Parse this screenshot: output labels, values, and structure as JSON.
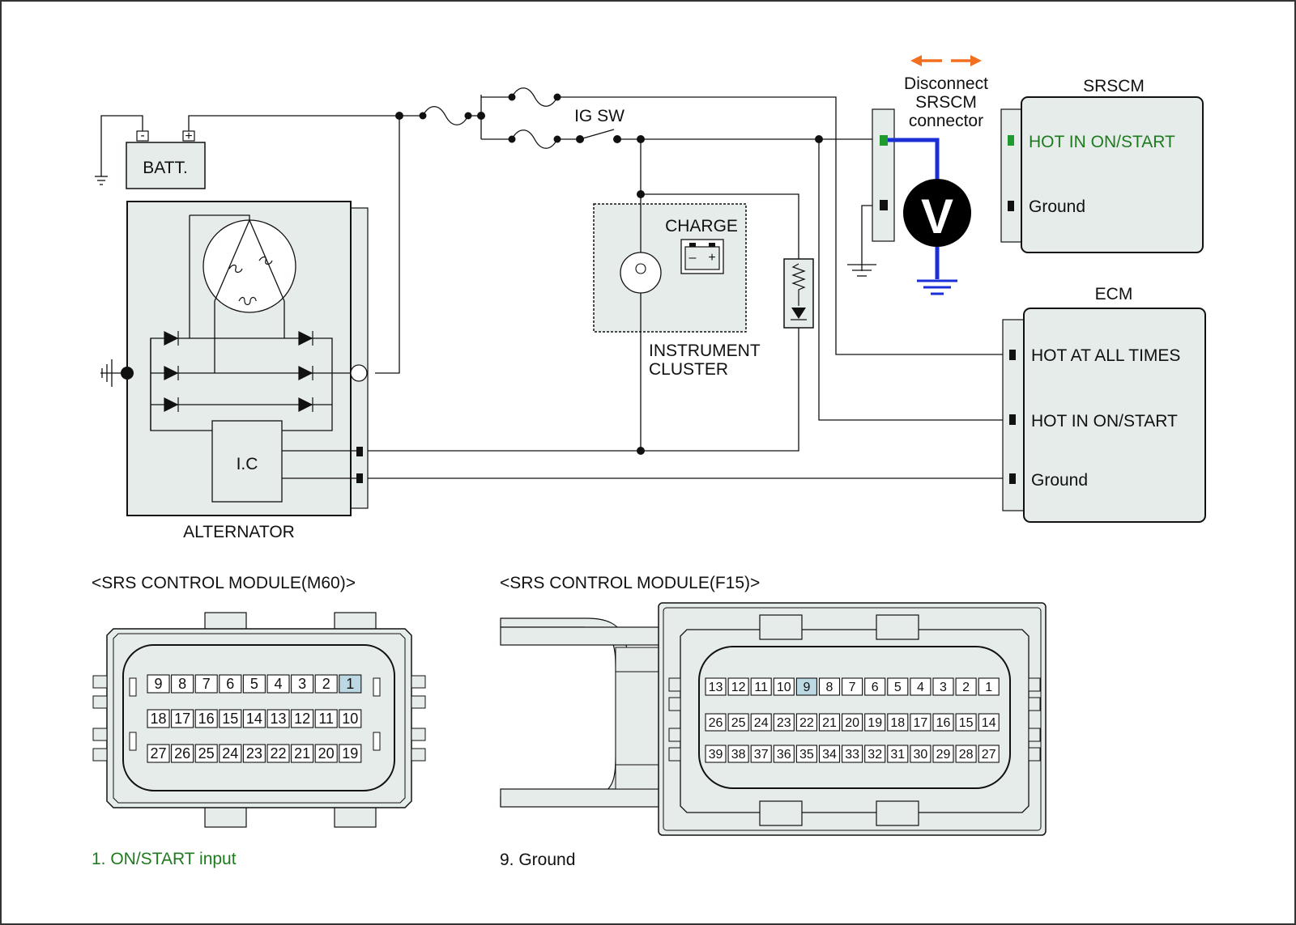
{
  "battery": {
    "label": "BATT.",
    "minus": "-",
    "plus": "+"
  },
  "ignition": {
    "label": "IG SW"
  },
  "alternator": {
    "label": "ALTERNATOR",
    "ic_label": "I.C"
  },
  "instrument_cluster": {
    "charge_label": "CHARGE",
    "label_line1": "INSTRUMENT",
    "label_line2": "CLUSTER"
  },
  "meter": {
    "symbol": "V"
  },
  "disconnect": {
    "line1": "Disconnect",
    "line2": "SRSCM",
    "line3": "connector"
  },
  "srscm": {
    "title": "SRSCM",
    "pin_hot": "HOT IN ON/START",
    "pin_ground": "Ground"
  },
  "ecm": {
    "title": "ECM",
    "pin_hot_all": "HOT AT ALL TIMES",
    "pin_hot_on": "HOT IN ON/START",
    "pin_ground": "Ground"
  },
  "connector_m60": {
    "title": "<SRS CONTROL MODULE(M60)>",
    "rows": [
      [
        "9",
        "8",
        "7",
        "6",
        "5",
        "4",
        "3",
        "2",
        "1"
      ],
      [
        "18",
        "17",
        "16",
        "15",
        "14",
        "13",
        "12",
        "11",
        "10"
      ],
      [
        "27",
        "26",
        "25",
        "24",
        "23",
        "22",
        "21",
        "20",
        "19"
      ]
    ],
    "highlight": "1",
    "note": "1. ON/START input"
  },
  "connector_f15": {
    "title": "<SRS CONTROL MODULE(F15)>",
    "rows": [
      [
        "13",
        "12",
        "11",
        "10",
        "9",
        "8",
        "7",
        "6",
        "5",
        "4",
        "3",
        "2",
        "1"
      ],
      [
        "26",
        "25",
        "24",
        "23",
        "22",
        "21",
        "20",
        "19",
        "18",
        "17",
        "16",
        "15",
        "14"
      ],
      [
        "39",
        "38",
        "37",
        "36",
        "35",
        "34",
        "33",
        "32",
        "31",
        "30",
        "29",
        "28",
        "27"
      ]
    ],
    "highlight": "9",
    "note": "9. Ground"
  },
  "colors": {
    "probe": "#1a2fd6",
    "arrow": "#f07020",
    "highlight_text": "#1f7a1f",
    "pin_highlight": "#bcd9e3",
    "panel": "#e6ecea"
  }
}
